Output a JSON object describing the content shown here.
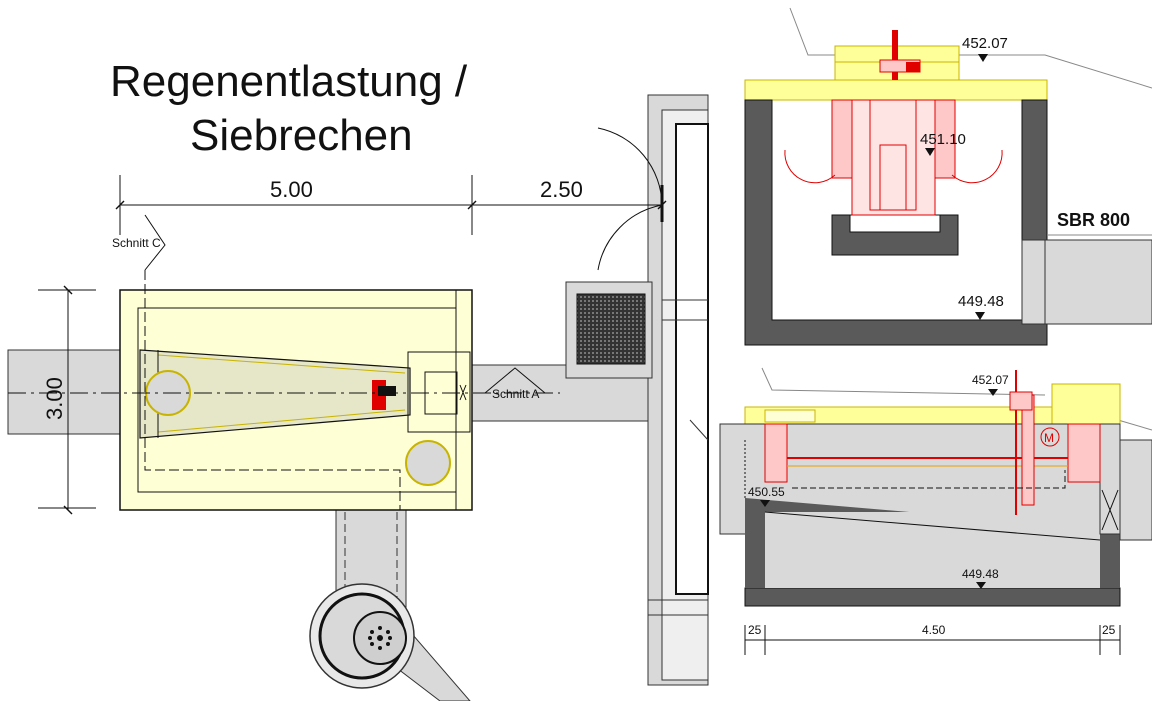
{
  "title": {
    "line1": "Regenentlastung /",
    "line2": "Siebrechen"
  },
  "plan": {
    "dim_length": "5.00",
    "dim_extra": "2.50",
    "dim_width": "3.00",
    "section_c": "Schnitt C",
    "section_a": "Schnitt A"
  },
  "section_top": {
    "elev_top": "452.07",
    "elev_mid": "451.10",
    "elev_bottom": "449.48",
    "pipe_label": "SBR 800"
  },
  "section_bottom": {
    "elev_top": "452.07",
    "elev_inlet": "450.55",
    "elev_bottom": "449.48",
    "motor": "M",
    "dim_left": "25",
    "dim_mid": "4.50",
    "dim_right": "25"
  },
  "colors": {
    "concrete": "#d9d9d9",
    "concrete_dark": "#5a5a5a",
    "cover_yellow": "#ffff99",
    "plan_fill": "#ffffd6",
    "equipment_red": "#e00000",
    "equipment_pink": "#ffc8c8"
  }
}
